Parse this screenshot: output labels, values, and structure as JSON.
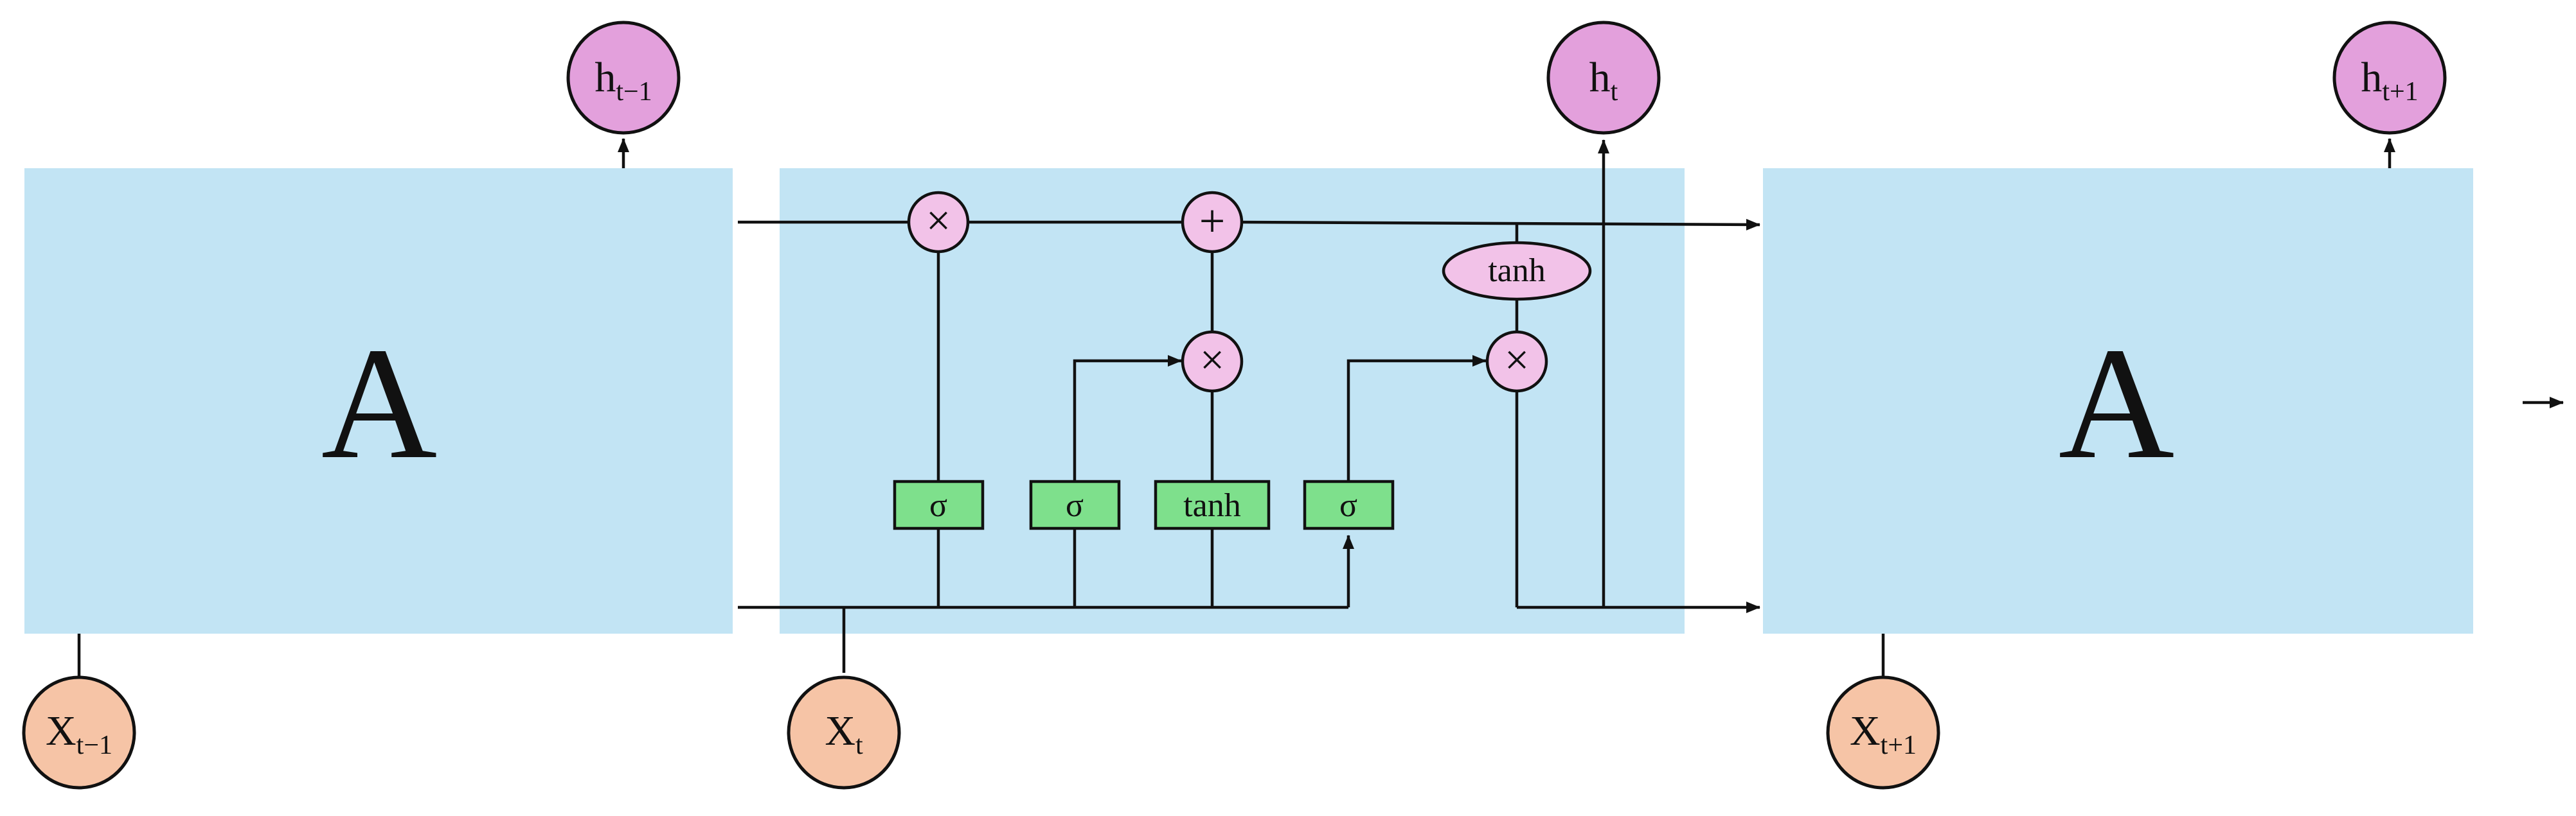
{
  "cells": {
    "left_label": "A",
    "right_label": "A"
  },
  "outputs": [
    {
      "main": "h",
      "sub": "t−1"
    },
    {
      "main": "h",
      "sub": "t"
    },
    {
      "main": "h",
      "sub": "t+1"
    }
  ],
  "inputs": [
    {
      "main": "X",
      "sub": "t−1"
    },
    {
      "main": "X",
      "sub": "t"
    },
    {
      "main": "X",
      "sub": "t+1"
    }
  ],
  "operators": {
    "forget_multiply": "×",
    "cell_add": "+",
    "input_multiply": "×",
    "output_multiply": "×",
    "cell_tanh": "tanh"
  },
  "gates": {
    "forget": "σ",
    "input": "σ",
    "candidate": "tanh",
    "output": "σ"
  },
  "colors": {
    "cell_background": "#c2e4f4",
    "hidden_node": "#e3a0dc",
    "input_node": "#f6c4a6",
    "operator": "#f2c2e8",
    "gate": "#7ee08c"
  }
}
